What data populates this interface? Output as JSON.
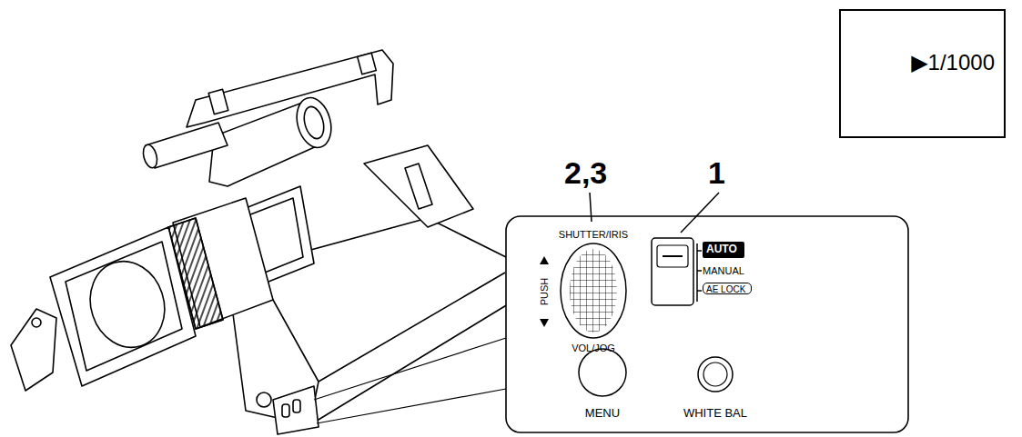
{
  "diagram": {
    "nodes": [
      {
        "text": [
          "▶1/1000"
        ]
      },
      {
        "text": [
          "AUTO"
        ]
      },
      {
        "text": [
          "AE LOCK"
        ]
      }
    ],
    "labels": [
      "2,3",
      "1",
      "SHUTTER/IRIS",
      "PUSH",
      "VOL/JOG",
      "MANUAL",
      "MENU",
      "WHITE BAL"
    ]
  }
}
